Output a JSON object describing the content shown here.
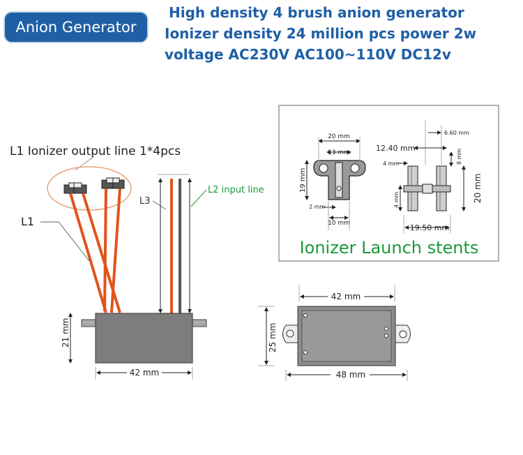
{
  "badge": {
    "label": "Anion Generator"
  },
  "headline": {
    "line1": "High density 4 brush anion generator",
    "line2": "Ionizer density  24 million pcs power  2w",
    "line3": "voltage AC230V AC100~110V  DC12v"
  },
  "left_diagram": {
    "output_line_label": "L1 Ionizer output line 1*4pcs",
    "l1_label": "L1",
    "l2_label": "L2 input line",
    "l3_label": "L3",
    "height_label": "21 mm",
    "width_label": "42 mm"
  },
  "stents": {
    "title": "Ionizer Launch stents",
    "dim_20": "20 mm",
    "dim_13": "13 mm",
    "dim_19": "19 mm",
    "dim_2": "2 mm",
    "dim_10": "10 mm",
    "dim_660": "6.60 mm",
    "dim_1240": "12.40 mm",
    "dim_4_top": "4 mm",
    "dim_8": "8 mm",
    "dim_4_side": "4 mm",
    "dim_20_right": "20 mm",
    "dim_1950": "19.50 mm"
  },
  "right_diagram": {
    "top_width_label": "42 mm",
    "height_label": "25 mm",
    "bottom_width_label": "48 mm"
  },
  "colors": {
    "brand_blue": "#1f5fa6",
    "title_green": "#1a9a3a",
    "wire_orange": "#e2531c",
    "wire_dark": "#555555",
    "body_gray": "#7d7d7d"
  }
}
